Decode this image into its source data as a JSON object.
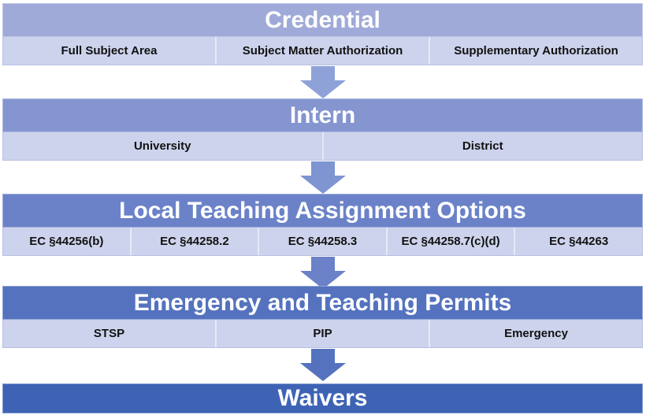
{
  "tiers": [
    {
      "title": "Credential",
      "color": "#9faad8",
      "items": [
        "Full Subject Area",
        "Subject Matter Authorization",
        "Supplementary Authorization"
      ]
    },
    {
      "title": "Intern",
      "color": "#8495d0",
      "items": [
        "University",
        "District"
      ]
    },
    {
      "title": "Local Teaching Assignment Options",
      "color": "#6b82c8",
      "items": [
        "EC §44256(b)",
        "EC §44258.2",
        "EC §44258.3",
        "EC §44258.7(c)(d)",
        "EC §44263"
      ]
    },
    {
      "title": "Emergency and Teaching Permits",
      "color": "#5472be",
      "items": [
        "STSP",
        "PIP",
        "Emergency"
      ]
    },
    {
      "title": "Waivers",
      "color": "#3e63b5",
      "items": []
    }
  ],
  "arrow_color": "#7e95d2"
}
